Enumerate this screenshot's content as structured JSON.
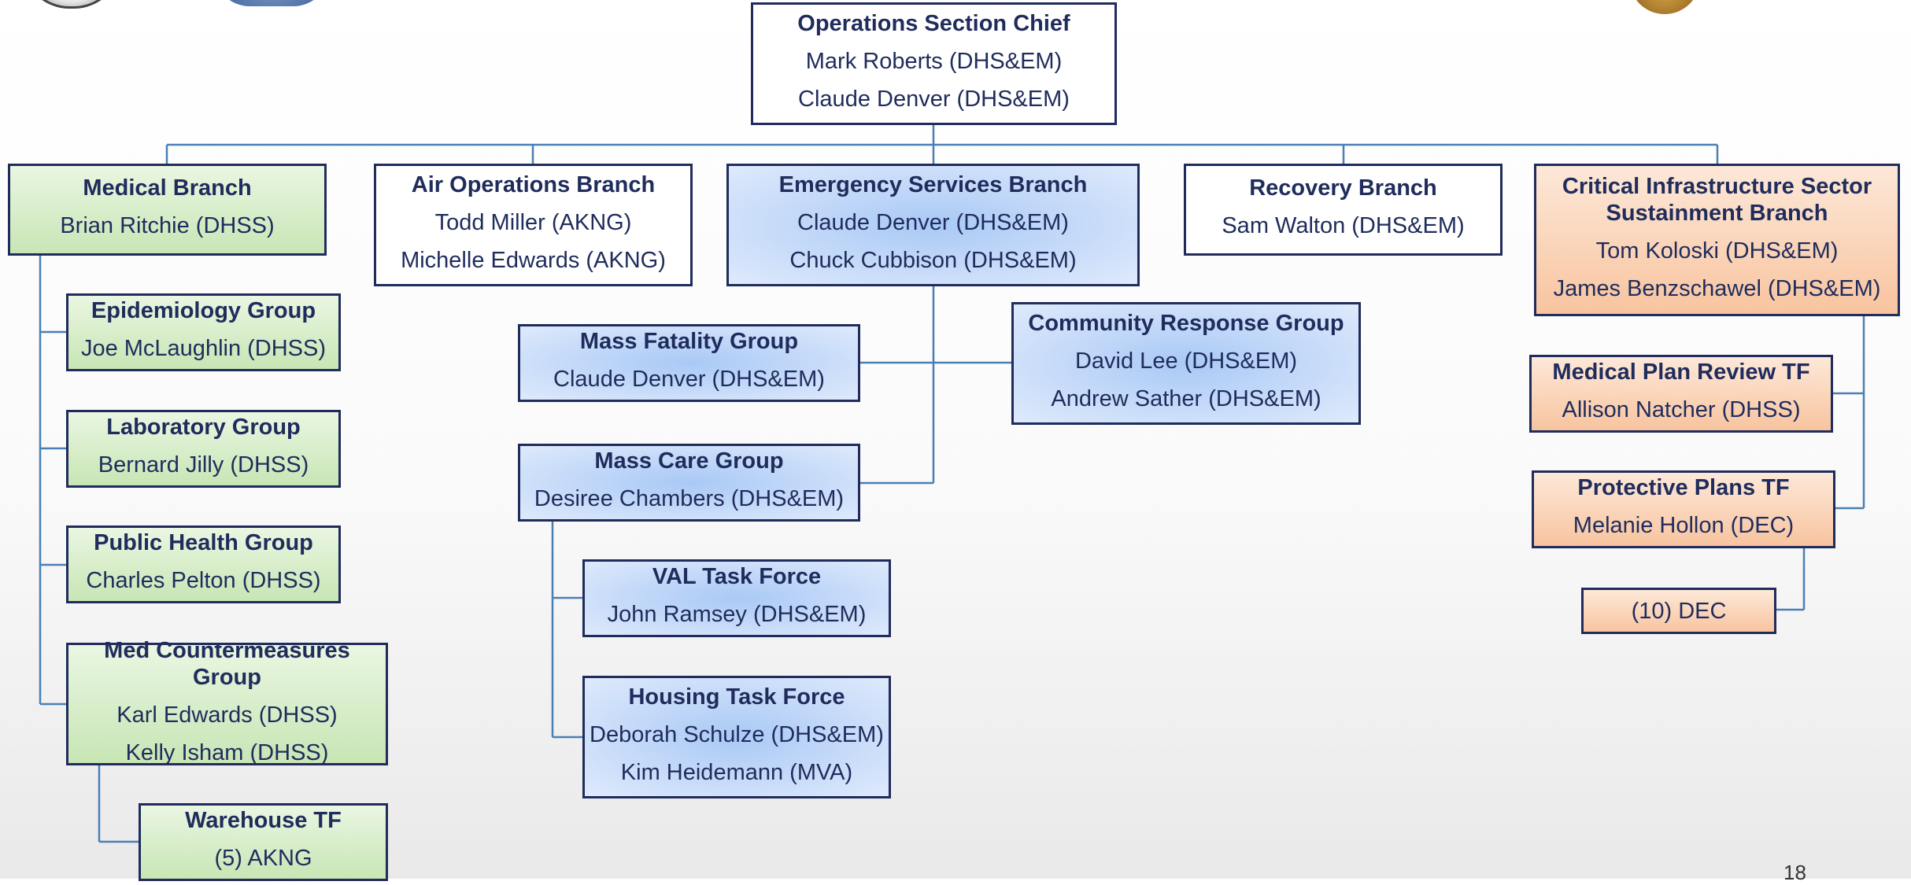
{
  "chief": {
    "title": "Operations Section Chief",
    "members": [
      "Mark Roberts (DHS&EM)",
      "Claude Denver (DHS&EM)"
    ]
  },
  "branches": {
    "medical": {
      "title": "Medical Branch",
      "members": [
        "Brian Ritchie (DHSS)"
      ]
    },
    "air": {
      "title": "Air Operations Branch",
      "members": [
        "Todd Miller (AKNG)",
        "Michelle Edwards (AKNG)"
      ]
    },
    "emergency": {
      "title": "Emergency Services Branch",
      "members": [
        "Claude Denver (DHS&EM)",
        "Chuck Cubbison (DHS&EM)"
      ]
    },
    "recovery": {
      "title": "Recovery Branch",
      "members": [
        "Sam Walton (DHS&EM)"
      ]
    },
    "critical": {
      "title_lines": [
        "Critical Infrastructure Sector",
        "Sustainment Branch"
      ],
      "members": [
        "Tom Koloski (DHS&EM)",
        "James Benzschawel (DHS&EM)"
      ]
    }
  },
  "medical_groups": {
    "epidemiology": {
      "title": "Epidemiology Group",
      "members": [
        "Joe McLaughlin (DHSS)"
      ]
    },
    "laboratory": {
      "title": "Laboratory Group",
      "members": [
        "Bernard Jilly (DHSS)"
      ]
    },
    "public_health": {
      "title": "Public Health Group",
      "members": [
        "Charles Pelton (DHSS)"
      ]
    },
    "countermeasures": {
      "title": "Med Countermeasures Group",
      "members": [
        "Karl Edwards (DHSS)",
        "Kelly Isham (DHSS)"
      ]
    },
    "warehouse": {
      "title": "Warehouse TF",
      "members": [
        "(5) AKNG"
      ]
    }
  },
  "es_groups": {
    "mass_fatality": {
      "title": "Mass Fatality Group",
      "members": [
        "Claude Denver (DHS&EM)"
      ]
    },
    "community": {
      "title": "Community Response Group",
      "members": [
        "David Lee (DHS&EM)",
        "Andrew Sather (DHS&EM)"
      ]
    },
    "mass_care": {
      "title": "Mass Care Group",
      "members": [
        "Desiree Chambers (DHS&EM)"
      ]
    },
    "val": {
      "title": "VAL Task Force",
      "members": [
        "John Ramsey (DHS&EM)"
      ]
    },
    "housing": {
      "title": "Housing Task Force",
      "members": [
        "Deborah Schulze (DHS&EM)",
        "Kim Heidemann (MVA)"
      ]
    }
  },
  "ci_groups": {
    "med_plan": {
      "title": "Medical Plan Review TF",
      "members": [
        "Allison Natcher (DHSS)"
      ]
    },
    "protective": {
      "title": "Protective Plans TF",
      "members": [
        "Melanie Hollon (DEC)"
      ]
    },
    "dec": {
      "members": [
        "(10) DEC"
      ]
    }
  },
  "page_number": "18",
  "colors": {
    "border": "#1f2c5c",
    "connector": "#4a7fb5",
    "green_fill": "#c8e6b5",
    "blue_fill": "#a9c9f5",
    "orange_fill": "#f8c49f"
  },
  "logos": [
    "seal-logo",
    "agency-logo",
    "eagle-seal-logo"
  ]
}
